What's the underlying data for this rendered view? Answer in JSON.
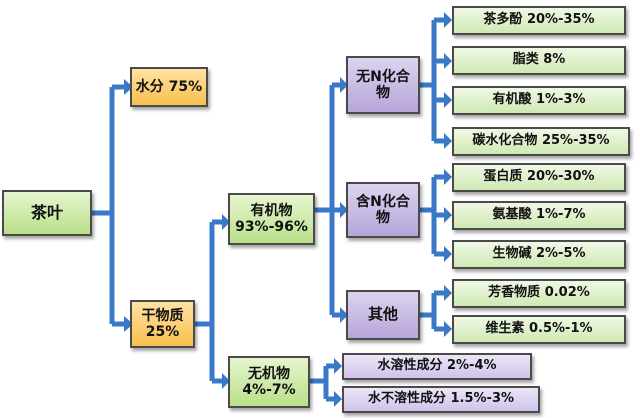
{
  "root": {
    "label": "茶叶"
  },
  "water": {
    "label": "水分 75%"
  },
  "dry": {
    "line1": "干物质",
    "line2": "25%"
  },
  "organic": {
    "line1": "有机物",
    "line2": "93%-96%"
  },
  "inorganic": {
    "line1": "无机物",
    "line2": "4%-7%"
  },
  "no_n": {
    "line1": "无N化合",
    "line2": "物"
  },
  "with_n": {
    "line1": "含N化合",
    "line2": "物"
  },
  "other": {
    "label": "其他"
  },
  "no_n_items": [
    "茶多酚 20%-35%",
    "脂类 8%",
    "有机酸 1%-3%",
    "碳水化合物 25%-35%"
  ],
  "with_n_items": [
    "蛋白质 20%-30%",
    "氨基酸 1%-7%",
    "生物碱 2%-5%"
  ],
  "other_items": [
    "芳香物质 0.02%",
    "维生素 0.5%-1%"
  ],
  "inorganic_items": [
    "水溶性成分 2%-4%",
    "水不溶性成分 1.5%-3%"
  ],
  "colors": {
    "connector": "#3a78c8",
    "green": "#c9e8a4",
    "orange": "#f9c75a",
    "purple": "#c4b6e0"
  }
}
